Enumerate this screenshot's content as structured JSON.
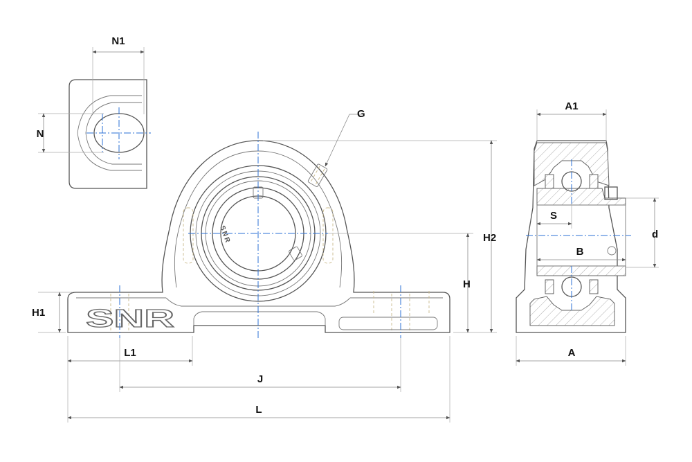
{
  "brand": {
    "logo_text": "SNR",
    "insert_marking": "SNR"
  },
  "labels": {
    "N1": "N1",
    "N": "N",
    "G": "G",
    "H2": "H2",
    "H": "H",
    "H1": "H1",
    "L1": "L1",
    "J": "J",
    "L": "L",
    "A1": "A1",
    "S": "S",
    "B": "B",
    "d": "d",
    "A": "A"
  },
  "colors": {
    "outline": "#555555",
    "center_line": "#2a6fd6",
    "hidden_line": "#c9b98a",
    "dimension_text": "#111111"
  }
}
